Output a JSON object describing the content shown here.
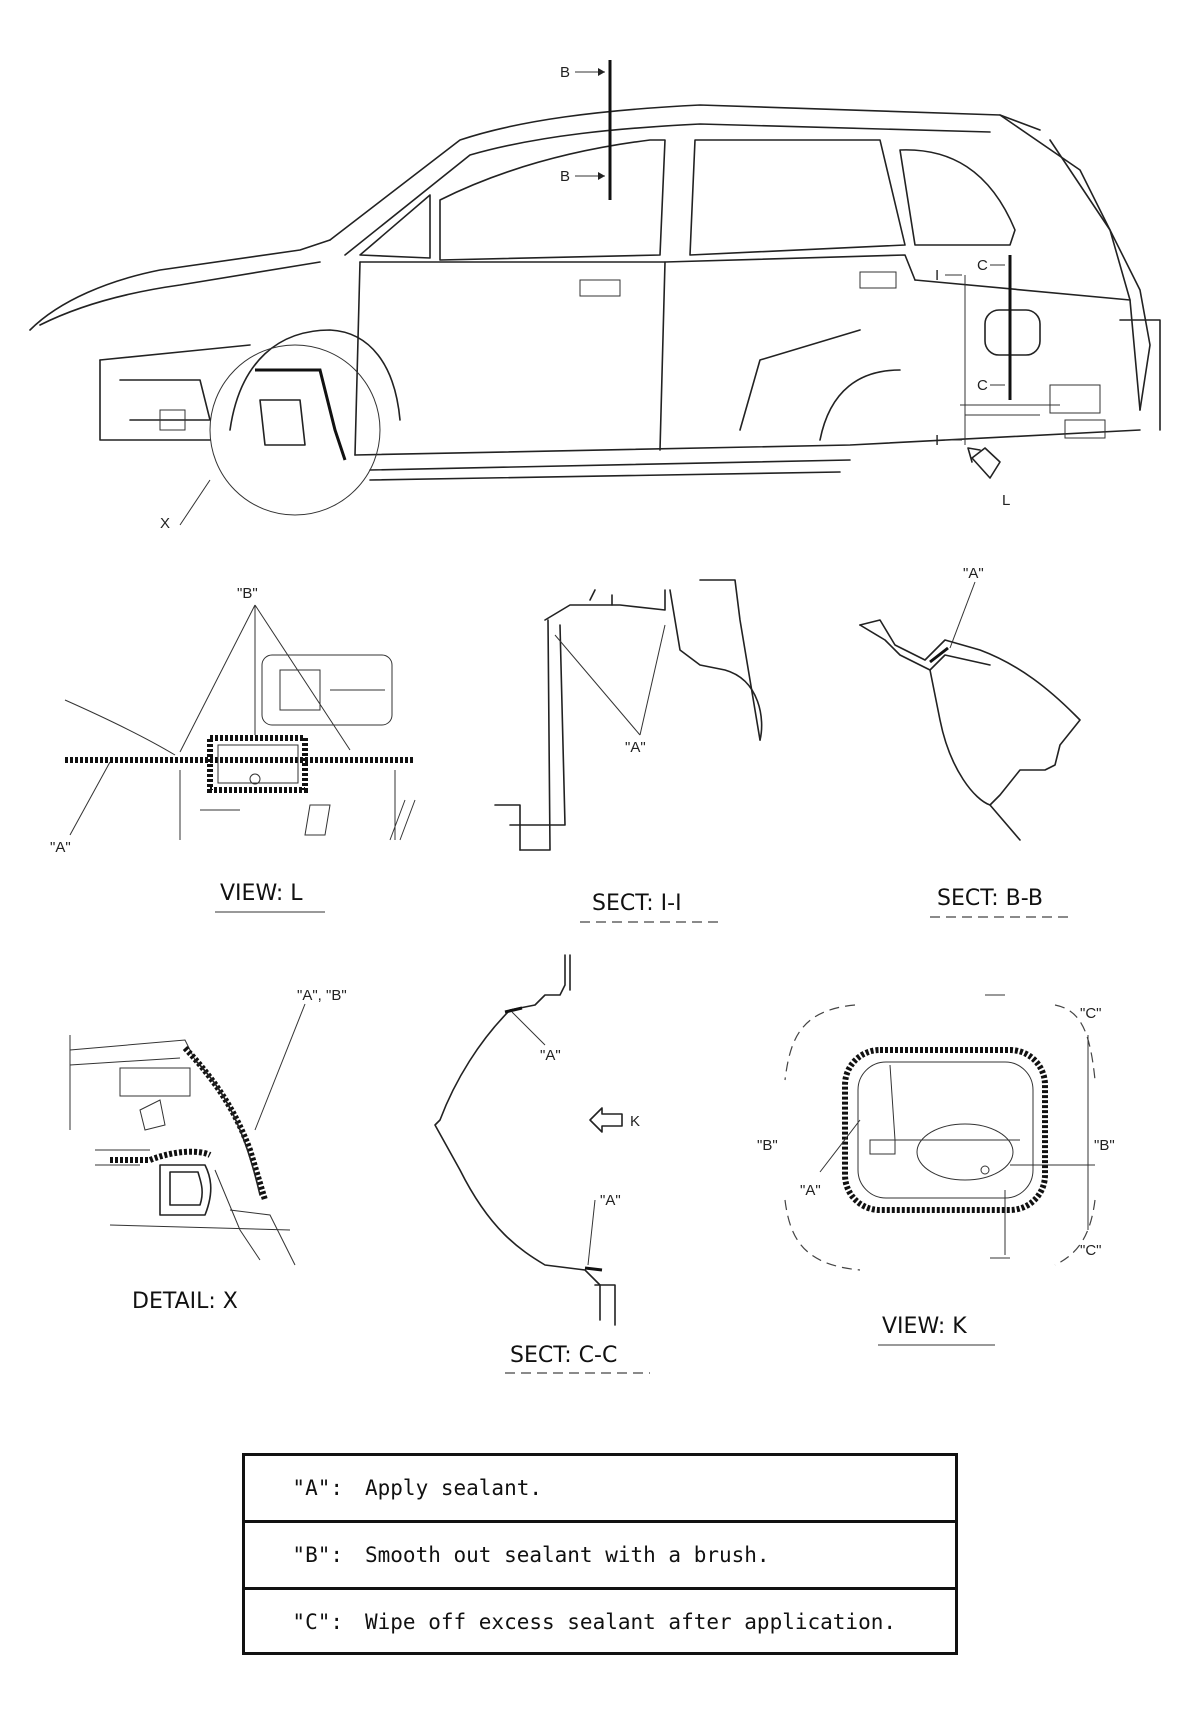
{
  "labels": {
    "B": "B",
    "C": "C",
    "I": "I",
    "L": "L",
    "X": "X",
    "K": "K",
    "A_q": "\"A\"",
    "B_q": "\"B\"",
    "C_q": "\"C\"",
    "AB_q": "\"A\", \"B\""
  },
  "captions": {
    "view_l": "VIEW: L",
    "sect_ii": "SECT: I-I",
    "sect_bb": "SECT: B-B",
    "detail_x": "DETAIL: X",
    "sect_cc": "SECT: C-C",
    "view_k": "VIEW: K"
  },
  "legend": [
    {
      "key": "\"A\":",
      "text": "Apply sealant."
    },
    {
      "key": "\"B\":",
      "text": "Smooth out sealant with a brush."
    },
    {
      "key": "\"C\":",
      "text": "Wipe off excess sealant after application."
    }
  ]
}
